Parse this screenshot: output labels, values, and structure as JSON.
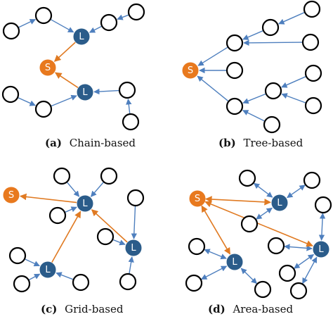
{
  "labels": {
    "sink": "S",
    "leader": "L"
  },
  "colors": {
    "sink": "#E8791E",
    "leader": "#2B5C8A",
    "edge_blue": "#4E7FBE",
    "edge_orange": "#E07A22",
    "node_stroke": "#000000"
  },
  "panels": [
    {
      "id": "a",
      "tag": "(a)",
      "caption": "Chain-based"
    },
    {
      "id": "b",
      "tag": "(b)",
      "caption": "Tree-based"
    },
    {
      "id": "c",
      "tag": "(c)",
      "caption": "Grid-based"
    },
    {
      "id": "d",
      "tag": "(d)",
      "caption": "Area-based"
    }
  ]
}
